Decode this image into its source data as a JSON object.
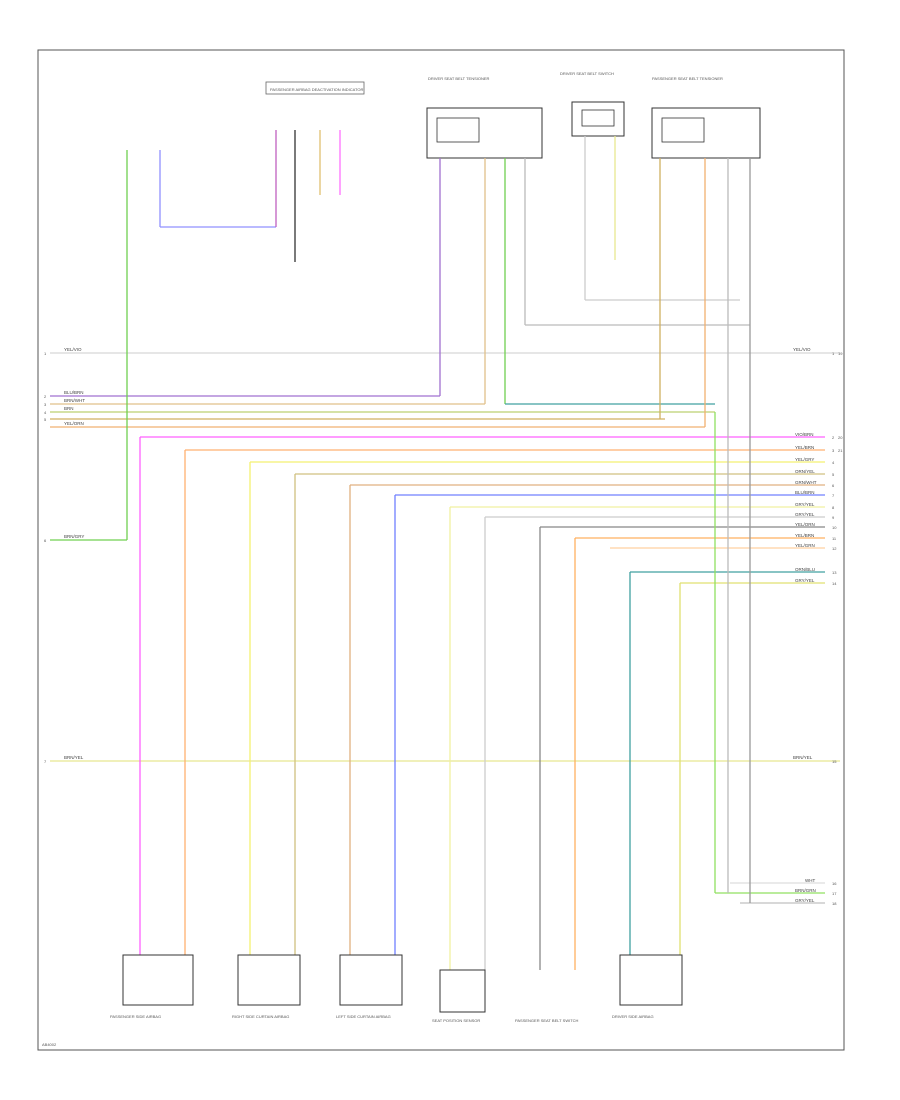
{
  "diagram": {
    "left_labels": [
      "YEL/VIO",
      "BLU/BRN",
      "BRN/WHT",
      "BRN",
      "YEL/ORN",
      "BRN/GRY",
      "BRN/YEL"
    ],
    "left_numbers": [
      "1",
      "2",
      "3",
      "4",
      "5",
      "6",
      "7"
    ],
    "right_labels": [
      "YEL/VIO",
      "VIO/BRN",
      "YEL/BRN",
      "YEL/GRY",
      "ORN/YEL",
      "GRN/WHT",
      "BLU/BRN",
      "GRY/YEL",
      "GRY/YEL",
      "YEL/BRN",
      "YEL/GRN",
      "YEL/ORN",
      "ORN/BLU",
      "GRY/YEL",
      "BRN/YEL",
      "WHT",
      "BRN/GRN",
      "GRY/YEL"
    ],
    "right_numbers": [
      "1",
      "2",
      "3",
      "4",
      "5",
      "6",
      "7",
      "8",
      "9",
      "10",
      "11",
      "12",
      "13",
      "14",
      "15",
      "16",
      "17",
      "18",
      "19",
      "20",
      "21"
    ],
    "top_components": [
      "PASSENGER AIRBAG DEACTIVATION INDICATOR",
      "DRIVER SEAT BELT TENSIONER",
      "DRIVER SEAT BELT SWITCH",
      "PASSENGER SEAT BELT TENSIONER"
    ],
    "bottom_components": [
      "PASSENGER SIDE AIRBAG",
      "RIGHT SIDE CURTAIN AIRBAG",
      "LEFT SIDE CURTAIN AIRBAG",
      "SEAT POSITION SENSOR",
      "PASSENGER SEAT BELT SWITCH",
      "DRIVER SIDE AIRBAG"
    ],
    "footer_code": "AB4002"
  }
}
